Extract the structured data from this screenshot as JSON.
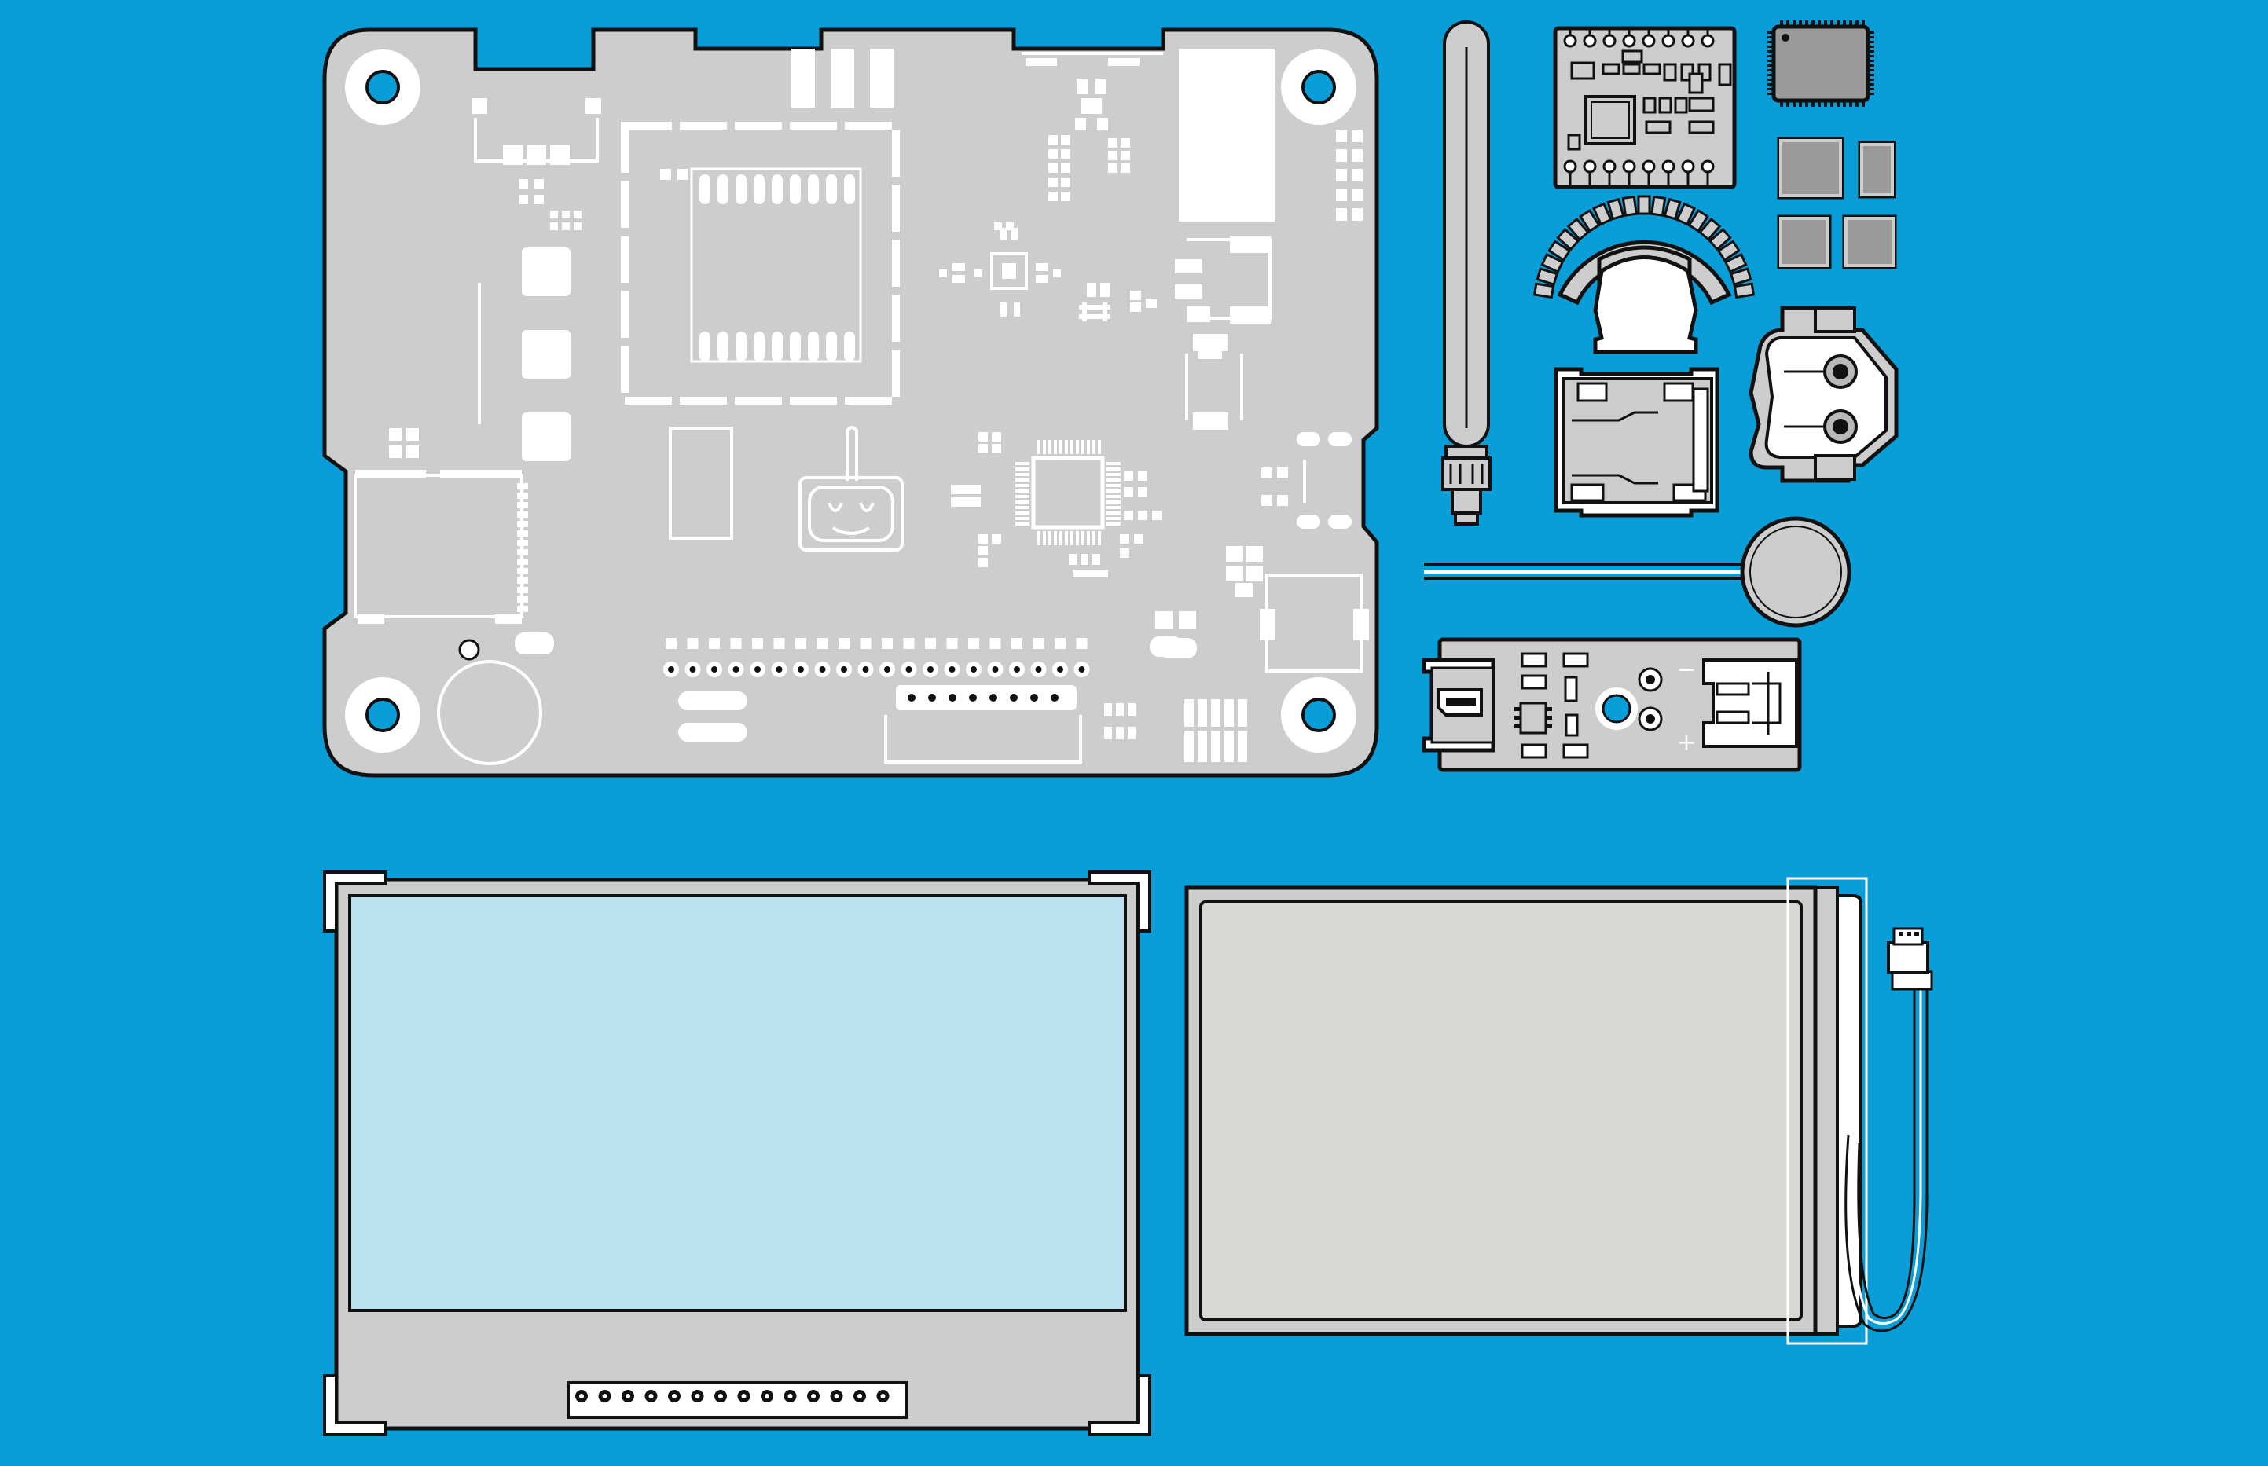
{
  "colors": {
    "background": "#0a9ed8",
    "pcb": "#cdcdcd",
    "outline": "#111111",
    "silkscreen": "#ffffff",
    "lcd_screen": "#b9e1f0",
    "epaper_screen": "#d8d9d5"
  },
  "board_pads": {
    "polarity_minus": "−",
    "polarity_plus": "+"
  },
  "components": [
    {
      "id": "main-board",
      "icon": "pcb-board-icon"
    },
    {
      "id": "antenna",
      "icon": "antenna-icon"
    },
    {
      "id": "radio-module",
      "icon": "radio-module-icon"
    },
    {
      "id": "qfp-chip",
      "icon": "chip-icon"
    },
    {
      "id": "smd-chips",
      "icon": "chip-icon"
    },
    {
      "id": "gear-clip",
      "icon": "gear-icon"
    },
    {
      "id": "coin-cell-holder",
      "icon": "battery-holder-icon"
    },
    {
      "id": "sd-card-socket",
      "icon": "sd-socket-icon"
    },
    {
      "id": "vibration-motor",
      "icon": "coin-motor-icon"
    },
    {
      "id": "charger-board",
      "icon": "usb-charger-icon"
    },
    {
      "id": "lcd-display",
      "icon": "lcd-icon"
    },
    {
      "id": "epaper-display",
      "icon": "epaper-icon"
    }
  ]
}
